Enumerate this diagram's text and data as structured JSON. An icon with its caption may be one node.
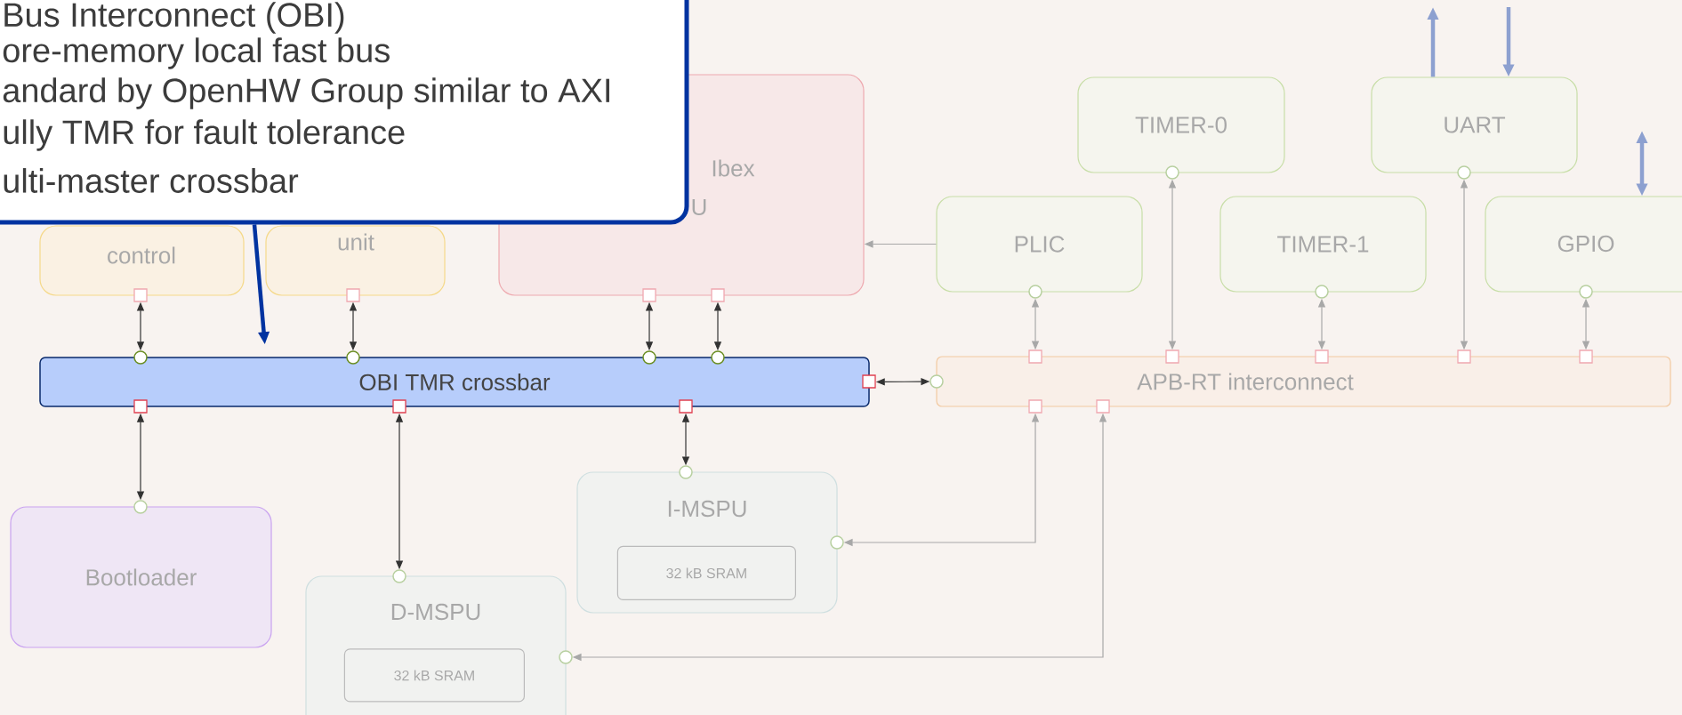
{
  "diagram": {
    "nodes": [
      {
        "text": [
          "Bus Interconnect (OBI)",
          "ore-memory local fast bus",
          "andard by OpenHW Group similar to AXI",
          "ully TMR for fault tolerance",
          "ulti-master crossbar"
        ]
      },
      {
        "text": [
          "control"
        ]
      },
      {
        "text": [
          "unit"
        ]
      },
      {
        "text": [
          "Ibex",
          "U"
        ]
      },
      {
        "text": [
          "TIMER-0"
        ]
      },
      {
        "text": [
          "UART"
        ]
      },
      {
        "text": [
          "PLIC"
        ]
      },
      {
        "text": [
          "TIMER-1"
        ]
      },
      {
        "text": [
          "GPIO"
        ]
      },
      {
        "text": [
          "OBI TMR crossbar"
        ]
      },
      {
        "text": [
          "APB-RT interconnect"
        ]
      },
      {
        "text": [
          "I-MSPU"
        ]
      },
      {
        "text": [
          "32 kB SRAM"
        ],
        "in": 11
      },
      {
        "text": [
          "Bootloader"
        ]
      },
      {
        "text": [
          "D-MSPU"
        ]
      },
      {
        "text": [
          "32 kB SRAM"
        ],
        "in": 14
      }
    ],
    "edges": [
      {
        "from": 0,
        "to": 9,
        "arrow": "to",
        "style": "thick",
        "color": "#0033a0"
      },
      {
        "from": 1,
        "to": 9,
        "arrow": "both"
      },
      {
        "from": 2,
        "to": 9,
        "arrow": "both"
      },
      {
        "from": 3,
        "to": 9,
        "arrow": "both"
      },
      {
        "from": 3,
        "to": 9,
        "arrow": "both"
      },
      {
        "from": 6,
        "to": 3,
        "arrow": "to",
        "color": "#a8a8a8"
      },
      {
        "from": 9,
        "to": 10,
        "arrow": "both"
      },
      {
        "from": 6,
        "to": 10,
        "arrow": "both",
        "color": "#a8a8a8"
      },
      {
        "from": 4,
        "to": 10,
        "arrow": "both",
        "color": "#a8a8a8"
      },
      {
        "from": 7,
        "to": 10,
        "arrow": "both",
        "color": "#a8a8a8"
      },
      {
        "from": 5,
        "to": 10,
        "arrow": "both",
        "color": "#a8a8a8"
      },
      {
        "from": 8,
        "to": 10,
        "arrow": "both",
        "color": "#a8a8a8"
      },
      {
        "from": 9,
        "to": 13,
        "arrow": "both"
      },
      {
        "from": 9,
        "to": 14,
        "arrow": "both"
      },
      {
        "from": 9,
        "to": 11,
        "arrow": "both"
      },
      {
        "from": 10,
        "to": 11,
        "arrow": "both",
        "color": "#a8a8a8"
      },
      {
        "from": 10,
        "to": 14,
        "arrow": "both",
        "color": "#a8a8a8"
      },
      {
        "from": 5,
        "to": null,
        "arrow": "to",
        "style": "thick",
        "color": "#8da0d0"
      },
      {
        "from": null,
        "to": 5,
        "arrow": "to",
        "style": "thick",
        "color": "#8da0d0"
      },
      {
        "from": 8,
        "to": null,
        "arrow": "both",
        "style": "thick",
        "color": "#8da0d0"
      }
    ]
  }
}
